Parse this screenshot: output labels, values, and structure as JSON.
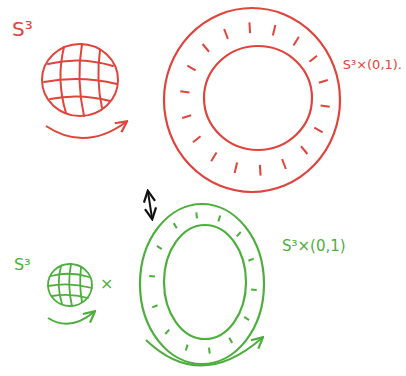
{
  "diagram": {
    "labels": [
      "S³",
      "S³×(0,1).",
      "S³",
      "×",
      "S³×(0,1)"
    ]
  }
}
